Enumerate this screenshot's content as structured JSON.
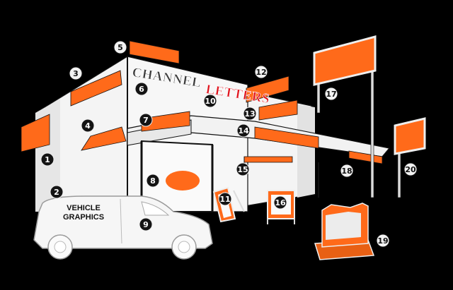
{
  "colors": {
    "background": "#000000",
    "building": "#f4f4f4",
    "building_shade": "#dcdcdc",
    "outline": "#111111",
    "accent": "#ff6a1a",
    "badge_dark": "#141414",
    "badge_light": "#f2f2f2",
    "channel_dark": "#3a3a3a",
    "channel_red": "#e0141e"
  },
  "signs": {
    "channel_word1": "CHANNEL",
    "channel_word2": "LETTERS",
    "vehicle_line1": "VEHICLE",
    "vehicle_line2": "GRAPHICS"
  },
  "markers": [
    {
      "label": "1",
      "style": "dark"
    },
    {
      "label": "2",
      "style": "dark"
    },
    {
      "label": "3",
      "style": "light"
    },
    {
      "label": "4",
      "style": "dark"
    },
    {
      "label": "5",
      "style": "light"
    },
    {
      "label": "6",
      "style": "dark"
    },
    {
      "label": "7",
      "style": "dark"
    },
    {
      "label": "8",
      "style": "dark"
    },
    {
      "label": "9",
      "style": "dark"
    },
    {
      "label": "10",
      "style": "dark"
    },
    {
      "label": "11",
      "style": "dark"
    },
    {
      "label": "12",
      "style": "light"
    },
    {
      "label": "13",
      "style": "dark"
    },
    {
      "label": "14",
      "style": "dark"
    },
    {
      "label": "15",
      "style": "dark"
    },
    {
      "label": "16",
      "style": "dark"
    },
    {
      "label": "17",
      "style": "light"
    },
    {
      "label": "18",
      "style": "light"
    },
    {
      "label": "19",
      "style": "light"
    },
    {
      "label": "20",
      "style": "light"
    }
  ]
}
